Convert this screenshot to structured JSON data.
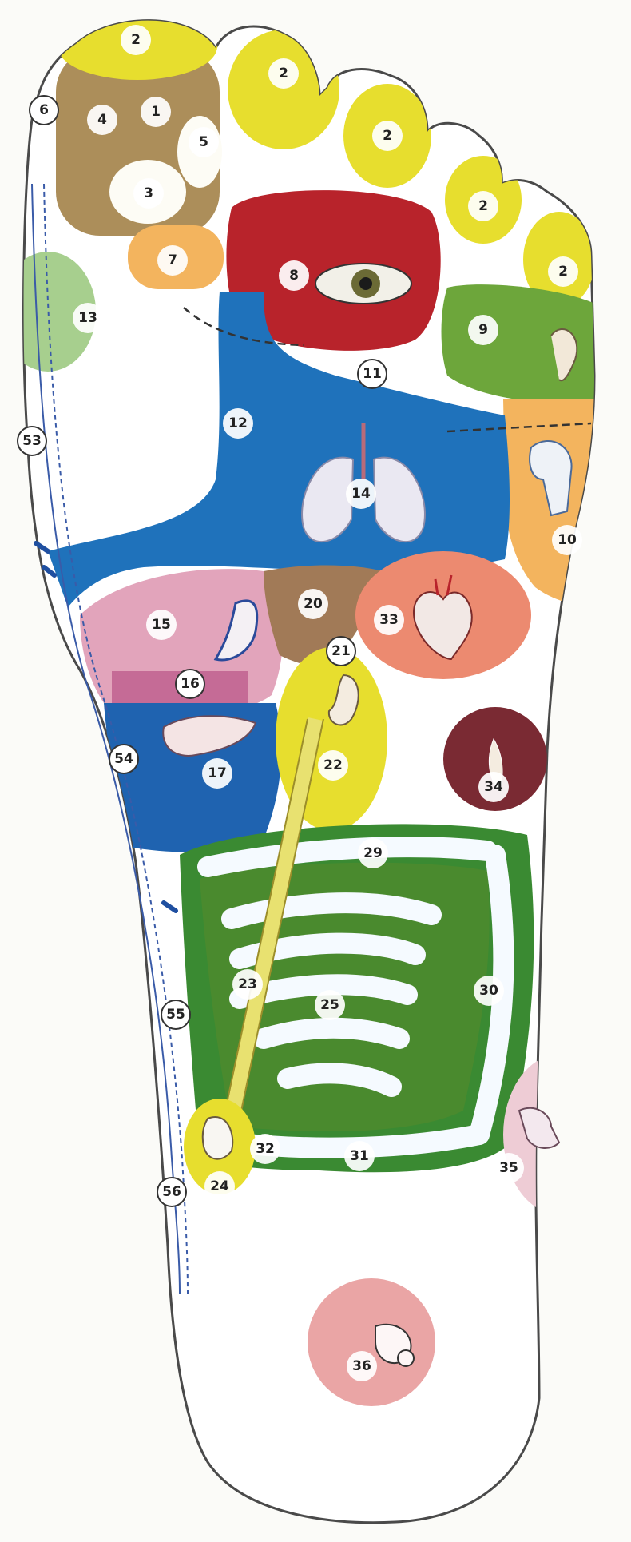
{
  "diagram": {
    "zone_labels": [
      "1",
      "2",
      "3",
      "4",
      "5",
      "6",
      "7",
      "8",
      "9",
      "10",
      "11",
      "12",
      "13",
      "14",
      "15",
      "16",
      "17",
      "20",
      "21",
      "22",
      "23",
      "24",
      "25",
      "29",
      "30",
      "31",
      "32",
      "33",
      "34",
      "35",
      "36",
      "53",
      "54",
      "55",
      "56"
    ],
    "organ_icons": [
      "eye-icon",
      "ear-icon",
      "lungs-icon",
      "heart-icon",
      "stomach-icon",
      "pancreas-icon",
      "kidney-icon",
      "appendix-icon",
      "bladder-icon",
      "shoulder-joint-icon",
      "knee-joint-icon",
      "ovary-icon",
      "spine-icon"
    ],
    "colors": {
      "yellow": "#e7de2e",
      "tan": "#ac8e5a",
      "orange": "#f3b45e",
      "red": "#b8232b",
      "green": "#6da63b",
      "blue": "#1f72bb",
      "pink": "#e2a4bb",
      "salmon": "#ec8a70",
      "maroon": "#7a2a33",
      "dark-green": "#3a8a32",
      "intestine-green": "#4a8a2e",
      "light-green": "#a7cf8e",
      "rose": "#eaa5a5"
    }
  }
}
